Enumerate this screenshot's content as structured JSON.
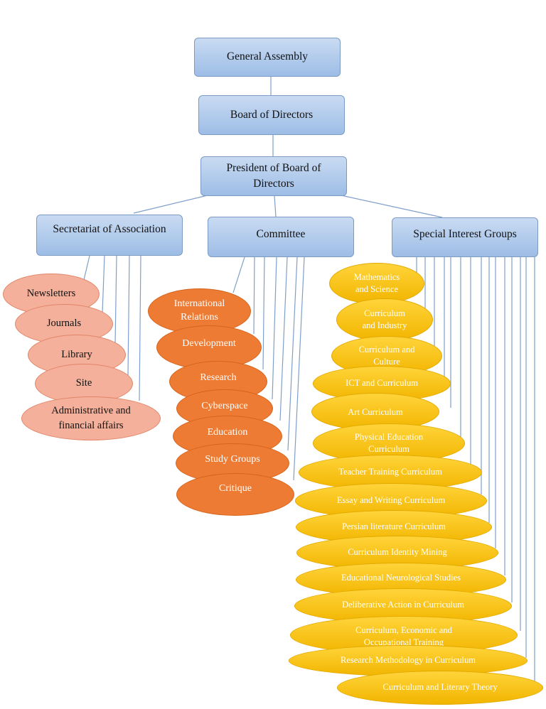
{
  "nodes": {
    "general_assembly": "General Assembly",
    "board_of_directors": "Board of Directors",
    "president": "President of Board of Directors",
    "secretariat": "Secretariat of Association",
    "committee": "Committee",
    "special_interest_groups": "Special Interest Groups"
  },
  "secretariat_items": [
    "Newsletters",
    "Journals",
    "Library",
    "Site",
    "Administrative and financial affairs"
  ],
  "committee_items": [
    "International Relations",
    "Development",
    "Research",
    "Cyberspace",
    "Education",
    "Study Groups",
    "Critique"
  ],
  "sig_items": [
    "Mathematics and Science",
    "Curriculum and Industry",
    "Curriculum and Culture",
    "ICT and Curriculum",
    "Art Curriculum",
    "Physical Education Curriculum",
    "Teacher Training Curriculum",
    "Essay and Writing Curriculum",
    "Persian literature Curriculum",
    "Curriculum Identity Mining",
    "Educational Neurological Studies",
    "Deliberative Action in Curriculum",
    "Curriculum, Economic and Occupational Training",
    "Research Methodology in Curriculum",
    "Curriculum and Literary Theory"
  ],
  "colors": {
    "box": "#9dbde6",
    "line": "#7f9fca",
    "secretariat_items": "#f4b09a",
    "committee_items": "#ee7b33",
    "sig_items": "#f7c10a"
  }
}
